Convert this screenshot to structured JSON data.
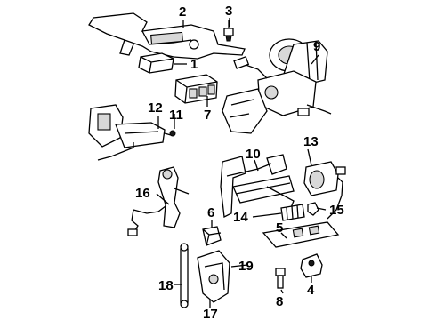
{
  "diagram": {
    "parts": [
      {
        "id": "part-1",
        "label": "1"
      },
      {
        "id": "part-2",
        "label": "2"
      },
      {
        "id": "part-3",
        "label": "3"
      },
      {
        "id": "part-4",
        "label": "4"
      },
      {
        "id": "part-5",
        "label": "5"
      },
      {
        "id": "part-6",
        "label": "6"
      },
      {
        "id": "part-7",
        "label": "7"
      },
      {
        "id": "part-8",
        "label": "8"
      },
      {
        "id": "part-9",
        "label": "9"
      },
      {
        "id": "part-10",
        "label": "10"
      },
      {
        "id": "part-11",
        "label": "11"
      },
      {
        "id": "part-12",
        "label": "12"
      },
      {
        "id": "part-13",
        "label": "13"
      },
      {
        "id": "part-14",
        "label": "14"
      },
      {
        "id": "part-15",
        "label": "15"
      },
      {
        "id": "part-16",
        "label": "16"
      },
      {
        "id": "part-17",
        "label": "17"
      },
      {
        "id": "part-18",
        "label": "18"
      },
      {
        "id": "part-19",
        "label": "19"
      }
    ]
  }
}
